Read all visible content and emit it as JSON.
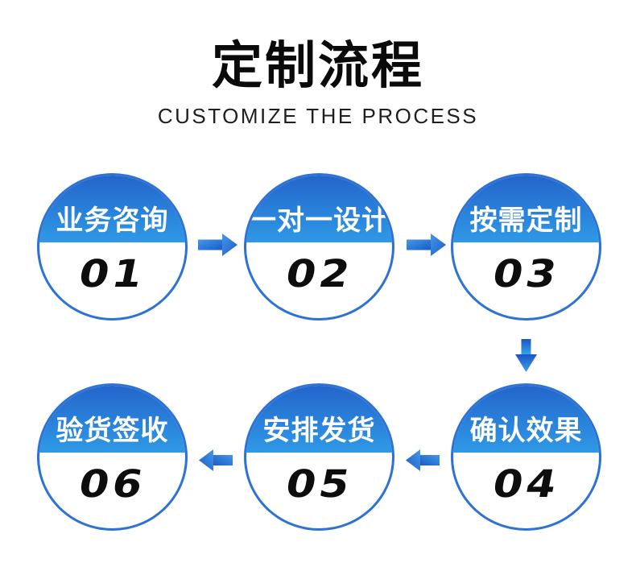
{
  "header": {
    "title": "定制流程",
    "subtitle": "CUSTOMIZE THE PROCESS"
  },
  "steps": [
    {
      "number": "01",
      "label": "业务咨询"
    },
    {
      "number": "02",
      "label": "一对一设计"
    },
    {
      "number": "03",
      "label": "按需定制"
    },
    {
      "number": "04",
      "label": "确认效果"
    },
    {
      "number": "05",
      "label": "安排发货"
    },
    {
      "number": "06",
      "label": "验货签收"
    }
  ],
  "flow": {
    "sequence": [
      "01",
      "02",
      "03",
      "04",
      "05",
      "06"
    ],
    "arrow_directions": [
      "right",
      "right",
      "down",
      "left",
      "left"
    ],
    "icons": [
      "arrow-right-icon",
      "arrow-right-icon",
      "arrow-down-icon",
      "arrow-left-icon",
      "arrow-left-icon"
    ]
  },
  "colors": {
    "background": "#ffffff",
    "title_color": "#0a0a0a",
    "subtitle_color": "#1f1f1f",
    "circle_border": "#2e72d6",
    "circle_top_gradient_start": "#2365cb",
    "circle_top_gradient_end": "#2f99e6",
    "circle_bottom": "#ffffff",
    "label_color": "#ffffff",
    "number_color": "#0d0d0d",
    "arrow_gradient_light": "#4497ea",
    "arrow_gradient_dark": "#1a5cc4"
  }
}
